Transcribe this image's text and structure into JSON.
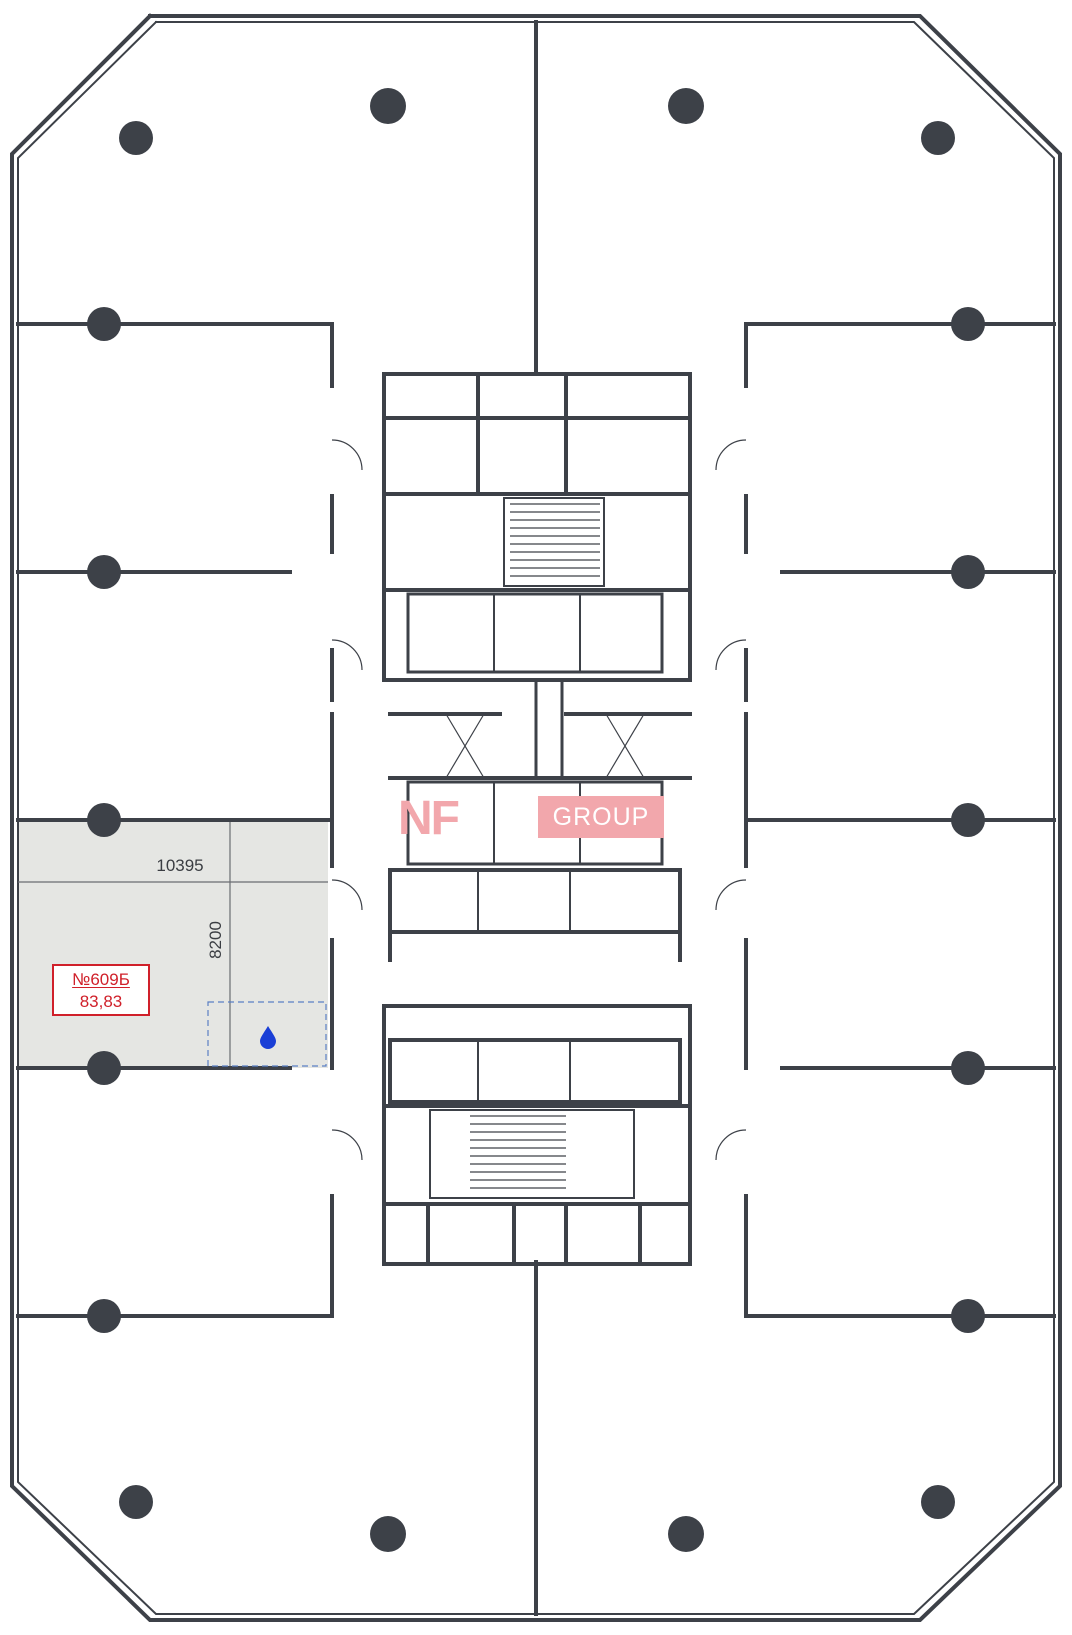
{
  "unit": {
    "number": "№609Б",
    "area": "83,83",
    "width_dim": "10395",
    "height_dim": "8200"
  },
  "watermark": {
    "mark": "NF",
    "group": "GROUP"
  },
  "colors": {
    "wall": "#3d4148",
    "highlight": "#e5e6e3",
    "accent": "#d0202a",
    "water": "#1a3fd6",
    "watermark": "#f2a7ac"
  },
  "icons": {
    "water": "water-drop-icon"
  }
}
